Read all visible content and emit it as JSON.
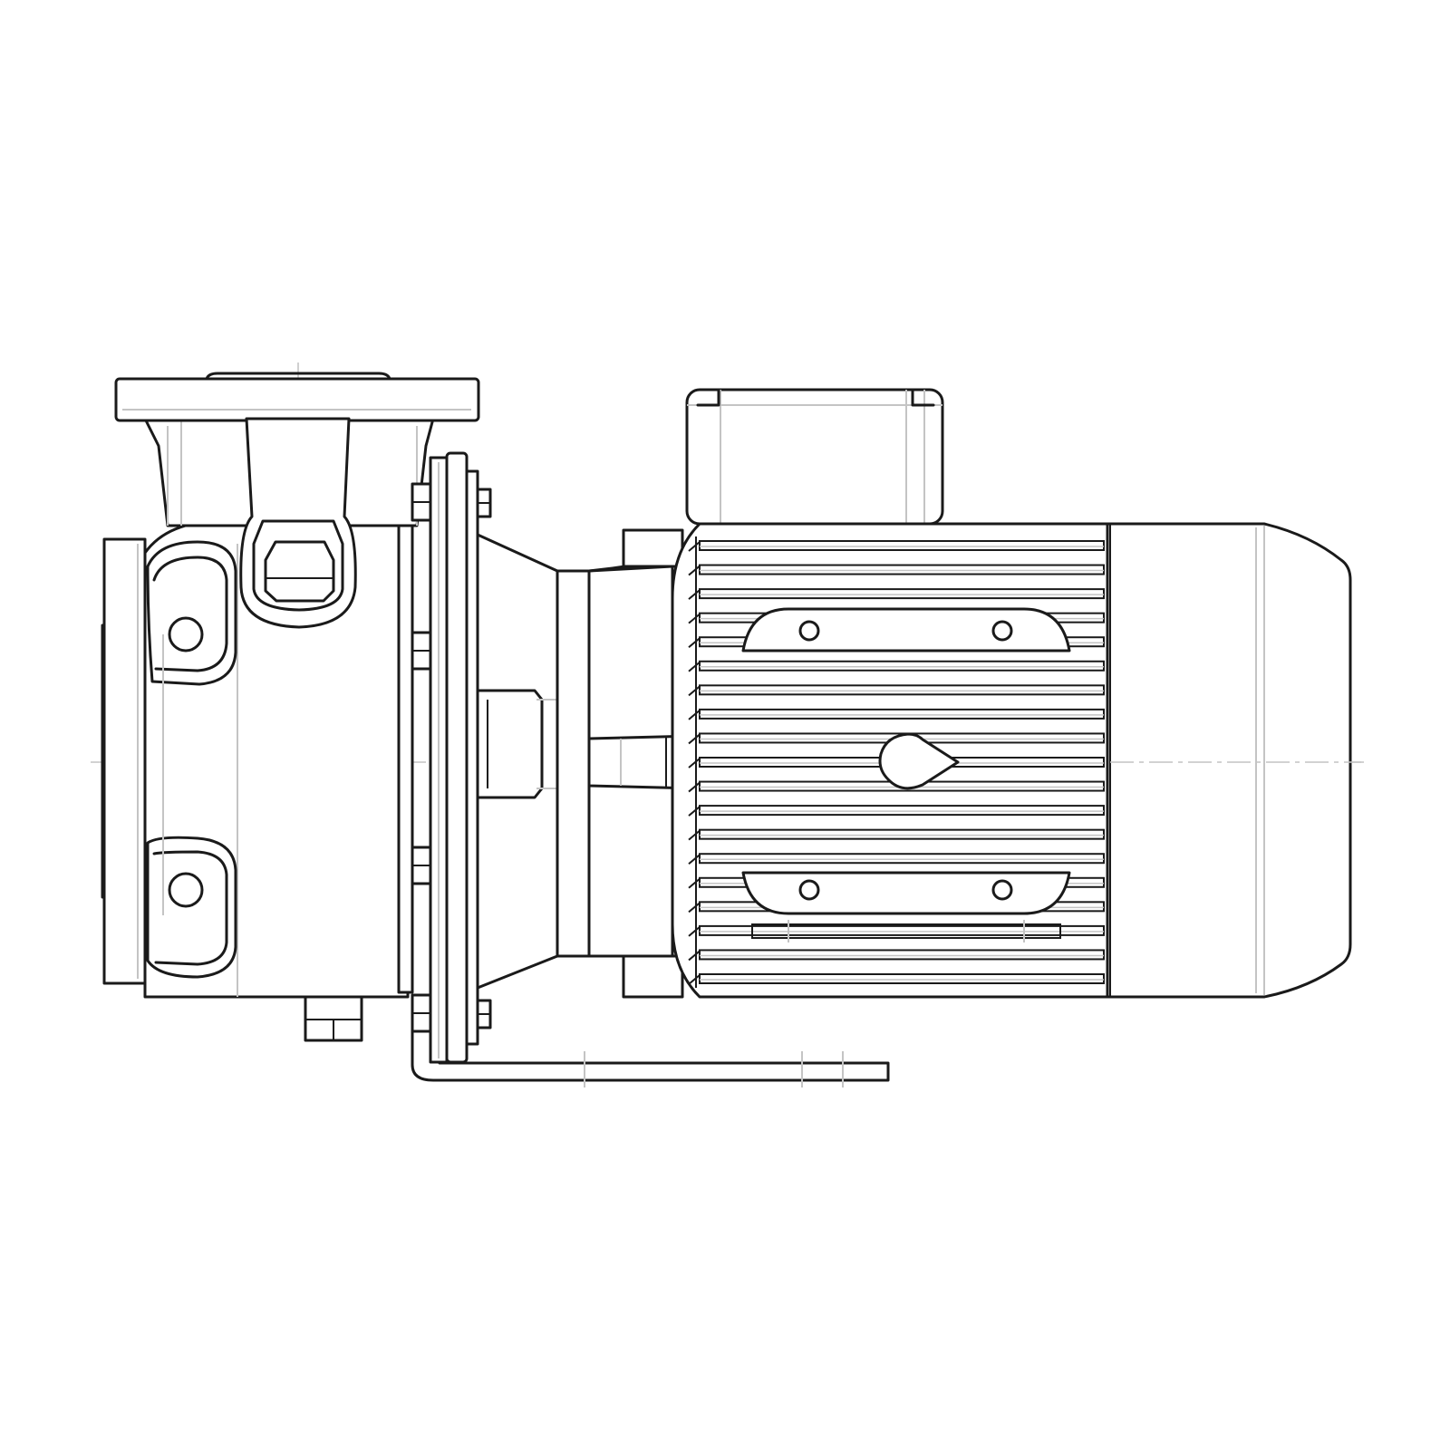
{
  "drawing": {
    "type": "technical-line-drawing",
    "subject": "centrifugal-pump-with-electric-motor",
    "view": "side",
    "line_color": "#1a1a1a",
    "hidden_line_color": "#c4c4c4",
    "background": "#ffffff",
    "motor_fin_count": 19,
    "flange_bolt_count": 4,
    "nameplate_screw_count": 4
  }
}
